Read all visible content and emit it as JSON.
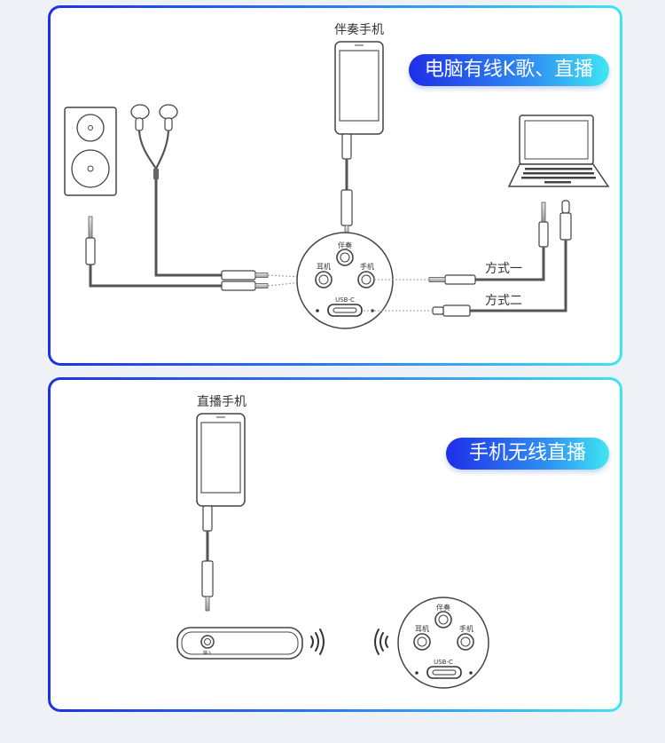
{
  "colors": {
    "gradient_start": "#1f30e6",
    "gradient_end": "#3fe4f2",
    "background": "#eef1f5",
    "line": "#555555"
  },
  "panel1": {
    "badge": "电脑有线K歌、直播",
    "phone_label": "伴奏手机",
    "hub_labels": {
      "accompaniment": "伴奏",
      "headphone": "耳机",
      "phone": "手机",
      "usb": "USB-C"
    },
    "method1": "方式一",
    "method2": "方式二",
    "devices": [
      "speaker-icon",
      "earphones-icon",
      "phone-icon",
      "laptop-icon",
      "audio-jack-icon",
      "usb-c-plug-icon"
    ]
  },
  "panel2": {
    "badge": "手机无线直播",
    "phone_label": "直播手机",
    "transmitter_label": "输入",
    "hub_labels": {
      "accompaniment": "伴奏",
      "headphone": "耳机",
      "phone": "手机",
      "usb": "USB-C"
    },
    "devices": [
      "phone-icon",
      "audio-jack-icon",
      "transmitter-icon",
      "wireless-signal-icon",
      "receiver-hub-icon"
    ]
  }
}
